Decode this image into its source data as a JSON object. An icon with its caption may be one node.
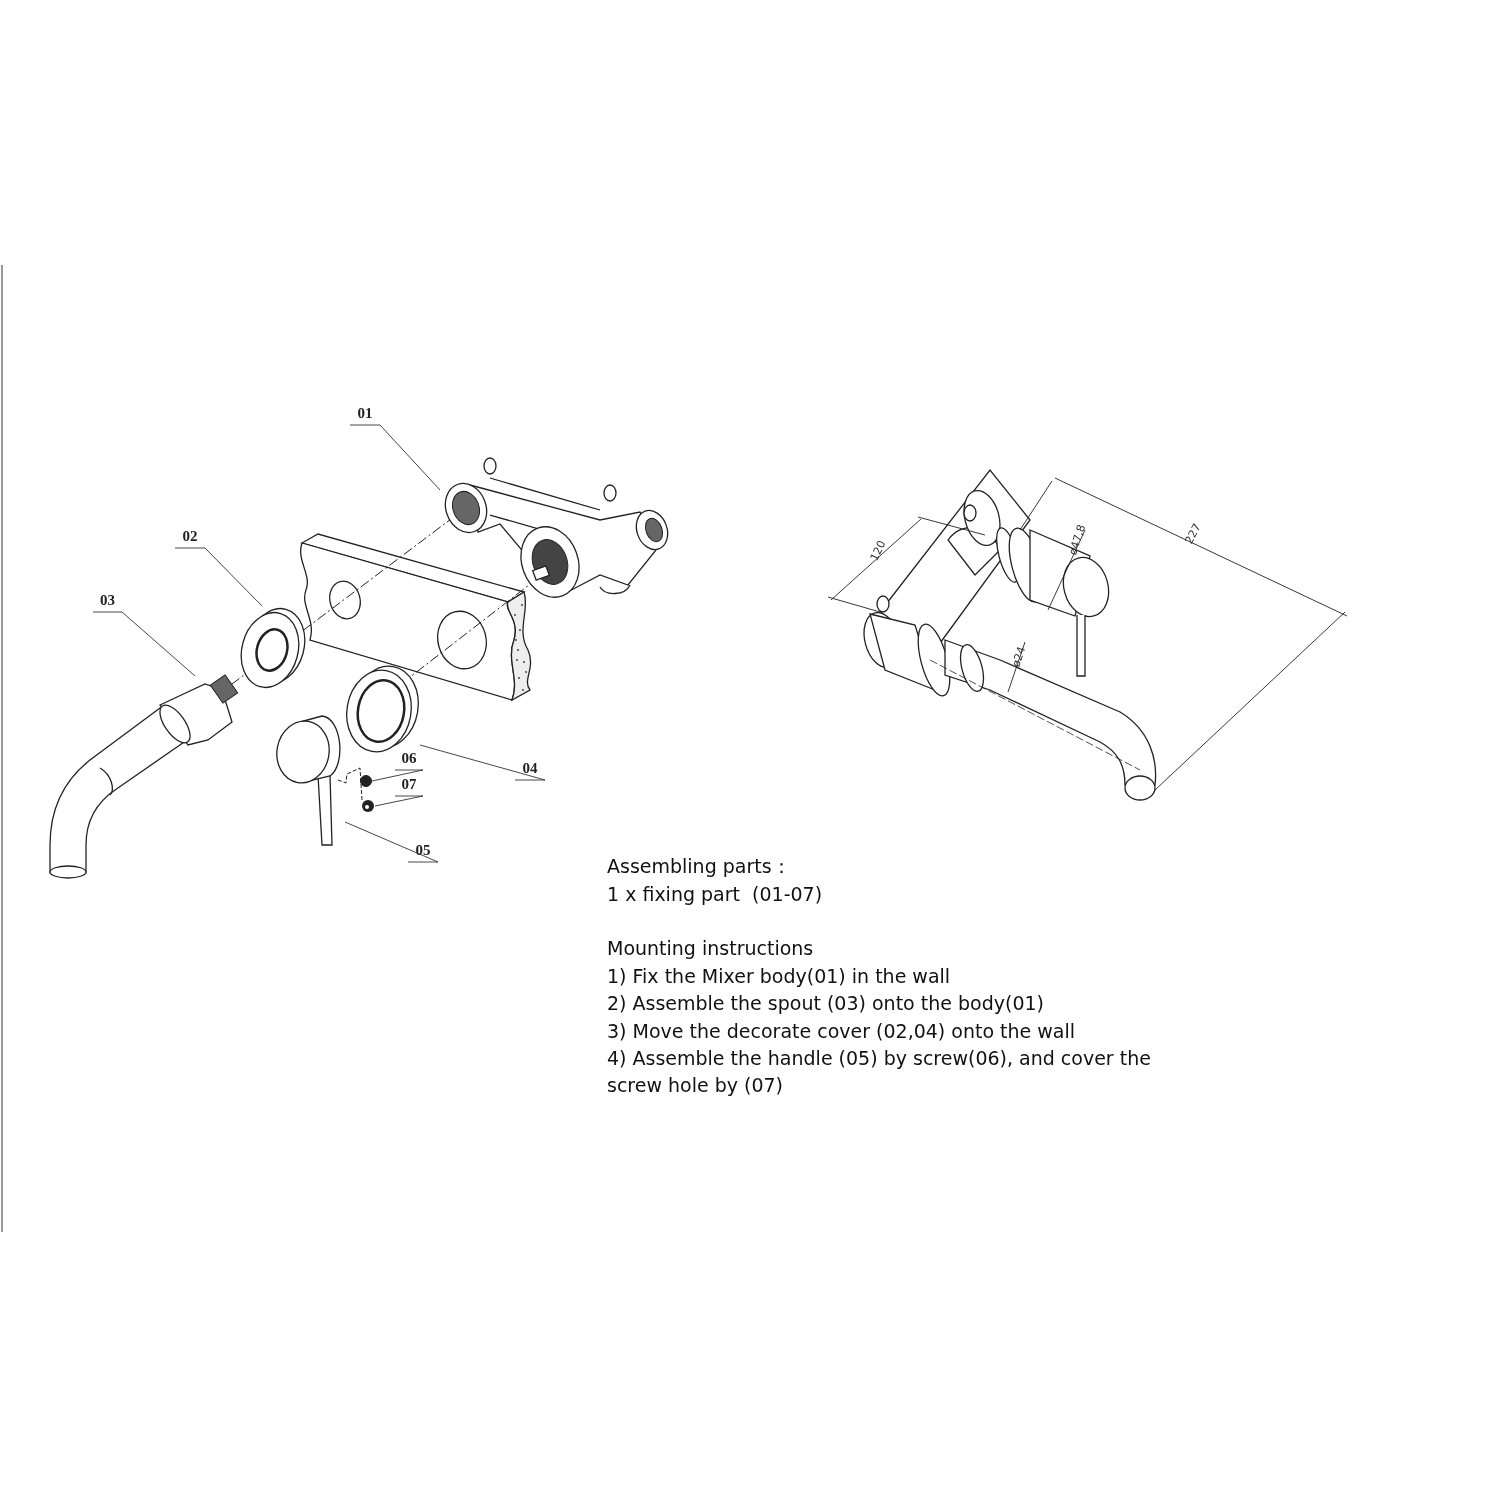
{
  "diagram": {
    "nodes": [
      {
        "text": [
          "01"
        ]
      },
      {
        "text": [],
        "shape": "picture"
      },
      {
        "text": [
          "02"
        ]
      },
      {
        "text": [],
        "shape": "picture"
      },
      {
        "text": [
          "03"
        ]
      },
      {
        "text": [],
        "shape": "picture"
      },
      {
        "text": [
          "04"
        ]
      },
      {
        "text": [],
        "shape": "picture"
      },
      {
        "text": [
          "06"
        ]
      },
      {
        "text": [],
        "shape": "circle"
      },
      {
        "text": [
          "07"
        ]
      },
      {
        "text": [],
        "shape": "picture"
      },
      {
        "text": [
          "05"
        ]
      },
      {
        "text": [],
        "shape": "picture"
      }
    ],
    "edges": [
      {
        "from": 0,
        "to": 1,
        "arrow": "none"
      },
      {
        "from": 2,
        "to": 3,
        "arrow": "none"
      },
      {
        "from": 4,
        "to": 5,
        "arrow": "none"
      },
      {
        "from": 6,
        "to": 7,
        "arrow": "none"
      },
      {
        "from": 8,
        "to": 9,
        "arrow": "none"
      },
      {
        "from": 10,
        "to": 11,
        "arrow": "none"
      },
      {
        "from": 12,
        "to": 13,
        "arrow": "none"
      }
    ],
    "labels": [
      "227",
      "120",
      "ø47,8",
      "ø24",
      "Assembling parts：",
      "1 x fixing part  (01-07)",
      "Mounting instructions",
      "1) Fix the Mixer body(01) in the wall",
      "2) Assemble the spout (03) onto the body(01)",
      "3) Move the decorate cover (02,04) onto the wall",
      "4) Assemble the handle (05) by screw(06), and cover the screw hole by (07)"
    ]
  }
}
